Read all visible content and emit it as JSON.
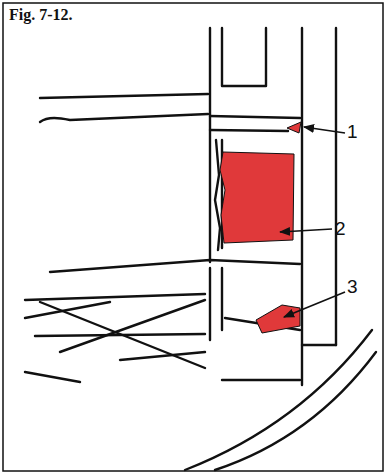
{
  "diagram": {
    "title": "Fig. 7-12.",
    "labels": [
      "1",
      "2",
      "3"
    ]
  }
}
